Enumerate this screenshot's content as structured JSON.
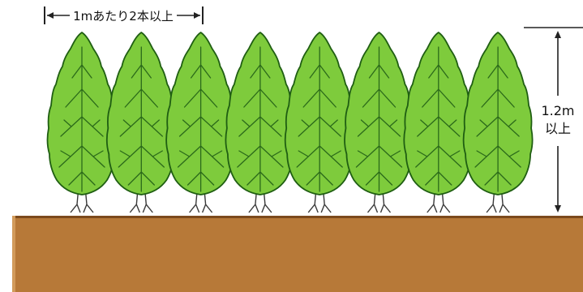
{
  "spacing_label": "1mあたり2本以上",
  "height_label": {
    "value": "1.2m",
    "qualifier": "以上"
  },
  "tree_count": 8,
  "colors": {
    "leaf_fill": "#7ecb3c",
    "leaf_outline": "#1f5e12",
    "vein": "#2b6a1a",
    "trunk": "#ffffff",
    "trunk_outline": "#3a3a3a",
    "ground": "#b77938",
    "ground_edge": "#7c4a1c",
    "ground_highlight": "#d29b5b",
    "dimension_line": "#222222"
  },
  "icons": {
    "spacing_arrow": "double-headed-horizontal-arrow",
    "height_arrow": "double-headed-vertical-arrow"
  }
}
